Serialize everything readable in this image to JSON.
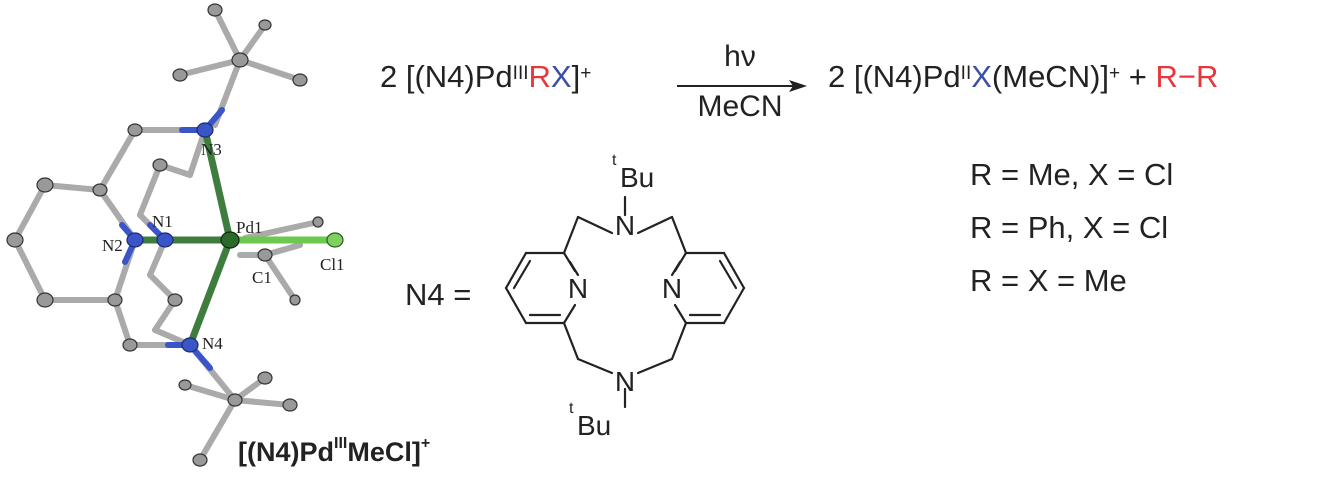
{
  "caption": {
    "pre": "[(N4)Pd",
    "sup": "III",
    "post": "MeCl]",
    "charge": "+"
  },
  "atom_labels": {
    "n1": "N1",
    "n2": "N2",
    "n3": "N3",
    "n4": "N4",
    "pd1": "Pd1",
    "c1": "C1",
    "cl1": "Cl1"
  },
  "equation": {
    "coef_left": "2 [(N4)Pd",
    "ox_left": "III",
    "r_left": "R",
    "x_left": "X",
    "close_left": "]",
    "charge_left": "+",
    "cond_top": "hν",
    "cond_bottom": "MeCN",
    "coef_right": "2 [(N4)Pd",
    "ox_right": "II",
    "x_right": "X",
    "tail_right": "(MeCN)]",
    "charge_right": "+",
    "plus": " + ",
    "product": "R−R"
  },
  "ligand": {
    "label": "N4 =",
    "tbu_top": "Bu",
    "tbu_bottom": "Bu",
    "t_prefix": "t",
    "n_amine": "N",
    "n_pyridine": "N"
  },
  "definitions": [
    "R = Me, X = Cl",
    "R = Ph, X = Cl",
    "R = X = Me"
  ],
  "colors": {
    "red": "#e8373c",
    "blue": "#3a4fa8",
    "green": "#3f7d3f",
    "gray": "#a8a8a8"
  }
}
